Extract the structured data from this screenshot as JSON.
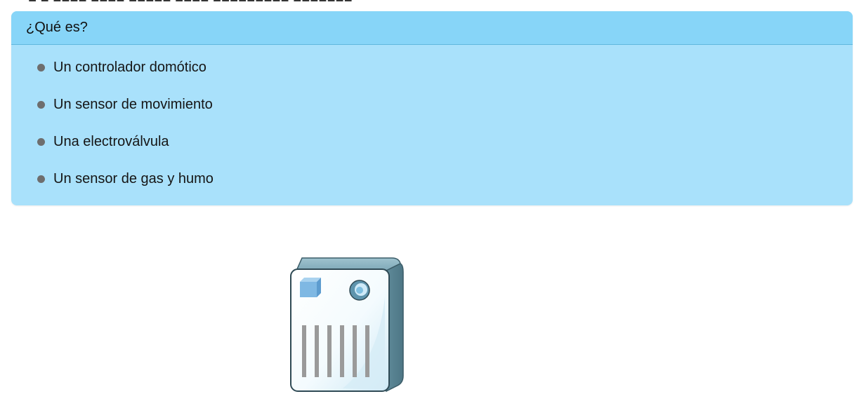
{
  "top_title_partial": "■ ■ ■■■■ ■■■■ ■■■■■ ■■■■ ■■■■■■■■■ ■■■■■■■",
  "quiz": {
    "question": "¿Qué es?",
    "options": [
      {
        "label": "Un controlador domótico"
      },
      {
        "label": "Un sensor de movimiento"
      },
      {
        "label": "Una electroválvula"
      },
      {
        "label": "Un sensor de gas y humo"
      }
    ]
  },
  "colors": {
    "card_background": "#a9e1fb",
    "header_background": "#87d5f8",
    "header_border": "#5fb8dd",
    "bullet": "#6e6e6e",
    "device_accent": "#7fc1e6"
  },
  "illustration": {
    "icon": "gas-smoke-sensor-icon"
  }
}
